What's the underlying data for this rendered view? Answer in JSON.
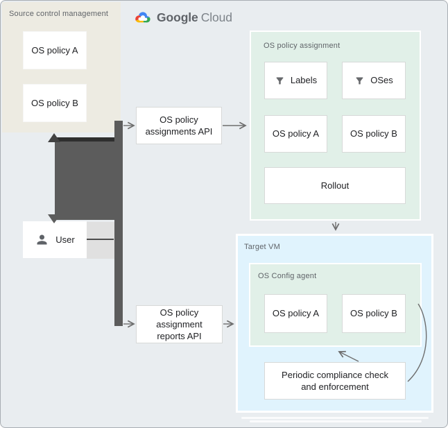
{
  "logo": {
    "part1": "Google",
    "part2": "Cloud",
    "icon": "google-cloud-logo"
  },
  "source_control": {
    "title": "Source control management",
    "policy_a": "OS policy A",
    "policy_b": "OS policy B"
  },
  "user": {
    "label": "User",
    "icon": "person"
  },
  "apis": {
    "assignments": "OS policy assignments API",
    "reports": "OS policy assignment reports API"
  },
  "assignment": {
    "title": "OS policy assignment",
    "labels": "Labels",
    "oses": "OSes",
    "filter_icon": "funnel",
    "policy_a": "OS policy A",
    "policy_b": "OS policy B",
    "rollout": "Rollout"
  },
  "target_vm": {
    "title": "Target VM",
    "agent_title": "OS Config agent",
    "policy_a": "OS policy A",
    "policy_b": "OS policy B",
    "periodic": "Periodic compliance check and enforcement"
  },
  "colors": {
    "canvas_bg": "#e9edf0",
    "source_bg": "#edebe2",
    "assignment_bg": "#e1f0e8",
    "target_vm_bg": "#e0f3fd",
    "connector_dark": "#5c5c5c",
    "arrow_gray": "#6e6e6e",
    "label_gray": "#5f6368",
    "text_dark": "#202124",
    "logo_blue": "#4285f4",
    "logo_red": "#ea4335",
    "logo_yellow": "#fbbc05",
    "logo_green": "#34a853"
  }
}
